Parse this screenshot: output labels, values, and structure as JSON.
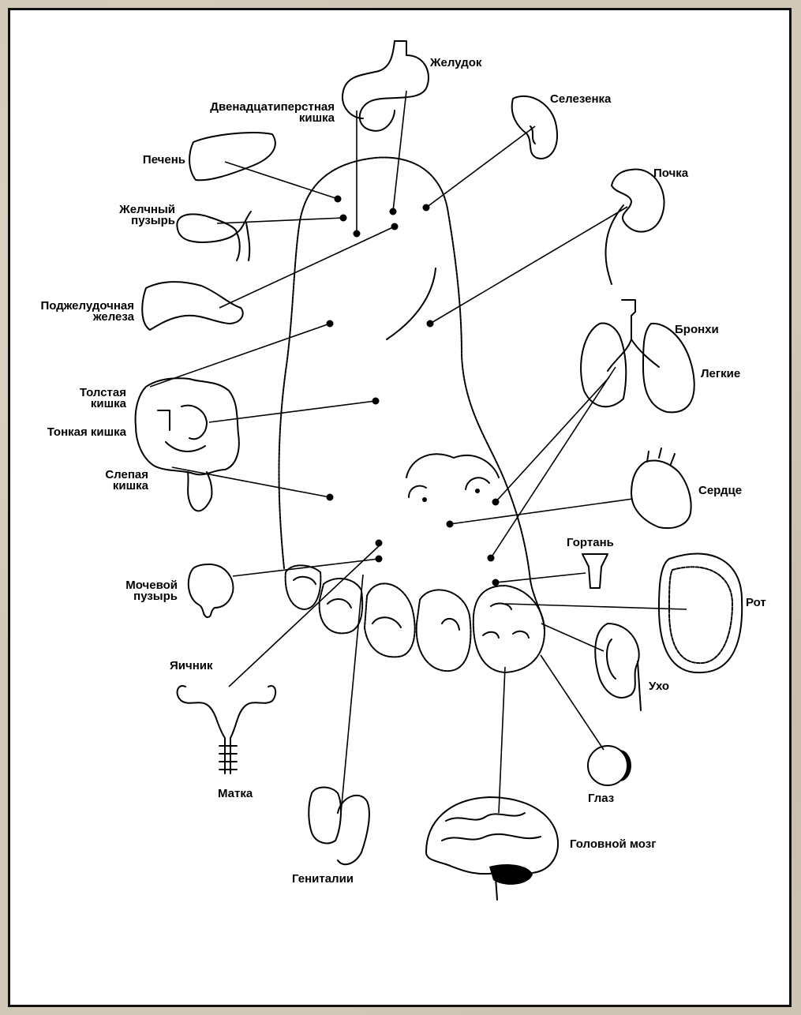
{
  "labels": {
    "stomach": "Желудок",
    "duodenum_line1": "Двенадцатиперстная",
    "duodenum_line2": "кишка",
    "spleen": "Селезенка",
    "liver": "Печень",
    "gallbladder_line1": "Желчный",
    "gallbladder_line2": "пузырь",
    "kidney": "Почка",
    "pancreas_line1": "Поджелудочная",
    "pancreas_line2": "железа",
    "bronchi": "Бронхи",
    "lungs": "Легкие",
    "large_intestine_line1": "Толстая",
    "large_intestine_line2": "кишка",
    "small_intestine": "Тонкая кишка",
    "cecum_line1": "Слепая",
    "cecum_line2": "кишка",
    "heart": "Сердце",
    "larynx": "Гортань",
    "bladder_line1": "Мочевой",
    "bladder_line2": "пузырь",
    "mouth": "Рот",
    "ovary": "Яичник",
    "ear": "Ухо",
    "uterus": "Матка",
    "eye": "Глаз",
    "brain": "Головной мозг",
    "genitals": "Гениталии"
  },
  "colors": {
    "ink": "#000000",
    "paper": "#ffffff",
    "background": "#d2c8b8"
  }
}
